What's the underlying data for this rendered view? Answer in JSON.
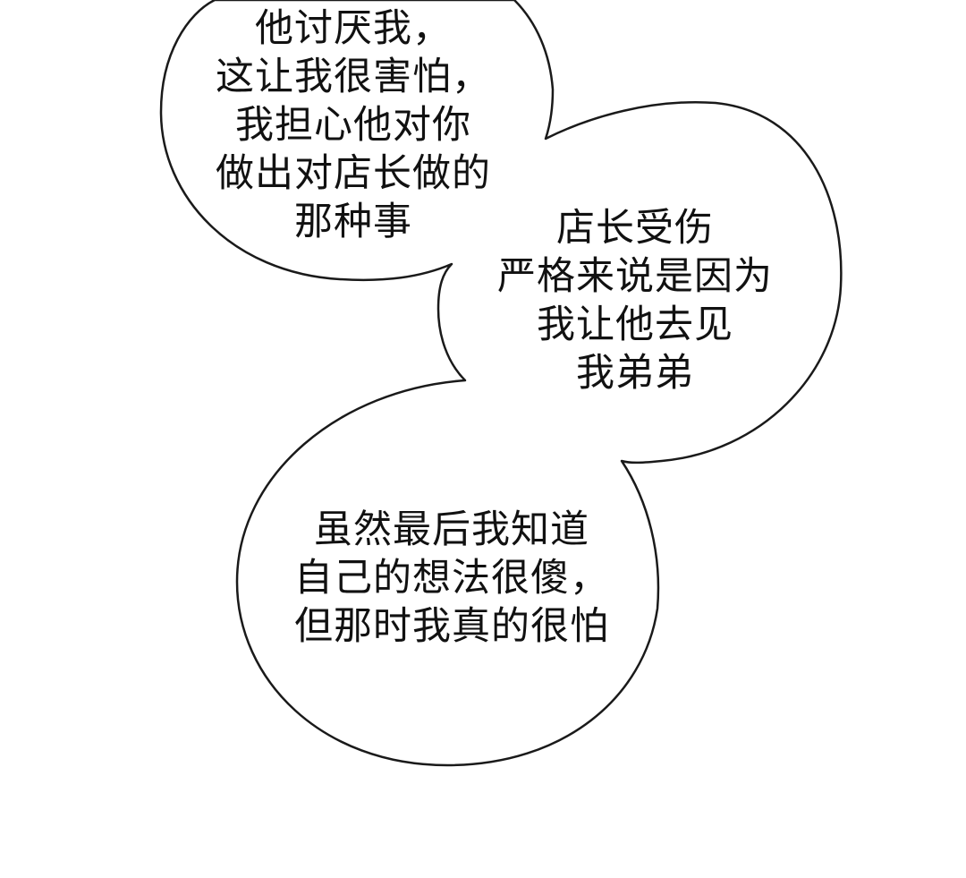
{
  "colors": {
    "background": "#ffffff",
    "bubble_fill": "#ffffff",
    "bubble_outline": "#1a1a1a",
    "text": "#111111"
  },
  "bubbles": {
    "top": {
      "lines": [
        "他讨厌我，",
        "这让我很害怕，",
        "我担心他对你",
        "做出对店长做的",
        "那种事"
      ]
    },
    "middle": {
      "lines": [
        "店长受伤",
        "严格来说是因为",
        "我让他去见",
        "我弟弟"
      ]
    },
    "bottom": {
      "lines": [
        "虽然最后我知道",
        "自己的想法很傻，",
        "但那时我真的很怕"
      ]
    }
  }
}
